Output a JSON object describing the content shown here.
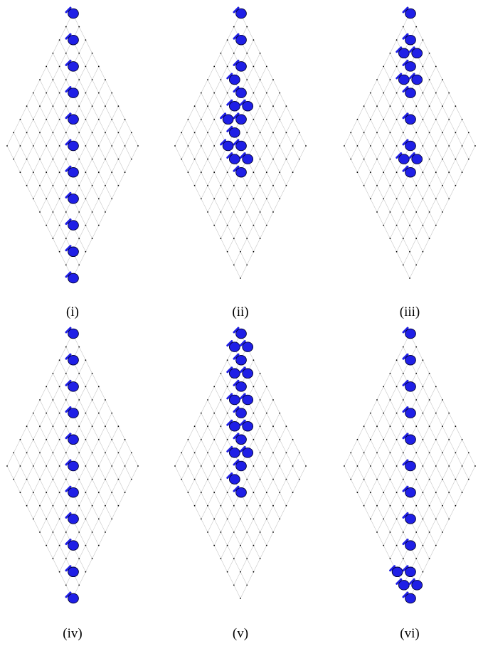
{
  "figure": {
    "lattice_size": 11,
    "colors": {
      "grid_line": "#c8c8c8",
      "node_dot": "#000000",
      "agent_fill": "#1f1fe6",
      "agent_stroke": "#000033"
    },
    "panels": [
      {
        "label": "(i)",
        "chain": [
          [
            0,
            0
          ],
          [
            1,
            1
          ],
          [
            2,
            2
          ],
          [
            3,
            3
          ],
          [
            4,
            4
          ],
          [
            5,
            5
          ],
          [
            6,
            6
          ],
          [
            7,
            7
          ],
          [
            8,
            8
          ],
          [
            9,
            9
          ],
          [
            10,
            10
          ]
        ],
        "extra": []
      },
      {
        "label": "(ii)",
        "chain": [
          [
            0,
            0
          ],
          [
            1,
            1
          ],
          [
            2,
            2
          ],
          [
            3,
            3
          ],
          [
            4,
            4
          ],
          [
            5,
            5
          ],
          [
            6,
            6
          ]
        ],
        "extra": [
          [
            2,
            3
          ],
          [
            3,
            4
          ],
          [
            3,
            5
          ],
          [
            4,
            5
          ],
          [
            4,
            6
          ],
          [
            6,
            5
          ],
          [
            5,
            6
          ],
          [
            4,
            3
          ]
        ]
      },
      {
        "label": "(iii)",
        "chain": [
          [
            0,
            0
          ],
          [
            1,
            1
          ],
          [
            2,
            2
          ],
          [
            3,
            3
          ],
          [
            4,
            4
          ],
          [
            5,
            5
          ],
          [
            6,
            6
          ]
        ],
        "extra": [
          [
            1,
            2
          ],
          [
            2,
            3
          ],
          [
            2,
            1
          ],
          [
            3,
            2
          ],
          [
            5,
            6
          ],
          [
            6,
            5
          ]
        ]
      },
      {
        "label": "(iv)",
        "chain": [
          [
            0,
            0
          ],
          [
            1,
            1
          ],
          [
            2,
            2
          ],
          [
            3,
            3
          ],
          [
            4,
            4
          ],
          [
            5,
            5
          ],
          [
            6,
            6
          ],
          [
            7,
            7
          ],
          [
            8,
            8
          ],
          [
            9,
            9
          ],
          [
            10,
            10
          ]
        ],
        "extra": []
      },
      {
        "label": "(v)",
        "chain": [
          [
            0,
            0
          ],
          [
            1,
            1
          ],
          [
            2,
            2
          ],
          [
            3,
            3
          ],
          [
            4,
            4
          ],
          [
            5,
            5
          ],
          [
            6,
            6
          ]
        ],
        "extra": [
          [
            0,
            1
          ],
          [
            1,
            2
          ],
          [
            1,
            0
          ],
          [
            2,
            1
          ],
          [
            2,
            3
          ],
          [
            3,
            4
          ],
          [
            4,
            3
          ],
          [
            3,
            2
          ],
          [
            5,
            4
          ],
          [
            4,
            5
          ],
          [
            5,
            6
          ]
        ]
      },
      {
        "label": "(vi)",
        "chain": [
          [
            0,
            0
          ],
          [
            1,
            1
          ],
          [
            2,
            2
          ],
          [
            3,
            3
          ],
          [
            4,
            4
          ],
          [
            5,
            5
          ],
          [
            6,
            6
          ],
          [
            7,
            7
          ],
          [
            8,
            8
          ],
          [
            9,
            9
          ]
        ],
        "extra": [
          [
            9,
            10
          ],
          [
            10,
            10
          ],
          [
            10,
            9
          ],
          [
            8,
            10
          ]
        ]
      }
    ]
  }
}
